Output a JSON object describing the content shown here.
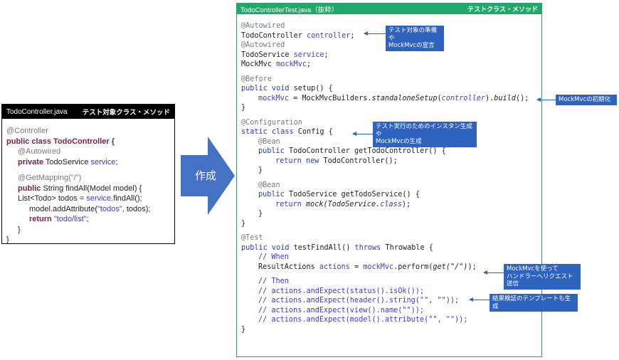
{
  "left": {
    "filename": "TodoController.java",
    "tag": "テスト対象クラス・メソッド",
    "code": {
      "l1": "@Controller",
      "l2_kw": "public class TodoController {",
      "l3": "@Autowired",
      "l4_kw": "private",
      "l4_type": " TodoService ",
      "l4_id": "service",
      "l4_end": ";",
      "l5": "@GetMapping(\"/\")",
      "l6_kw": "public",
      "l6_rest": " String findAll(Model model) {",
      "l7_a": "List<Todo> todos = ",
      "l7_id": "service",
      "l7_b": ".findAll();",
      "l8_a": "model.addAttribute(",
      "l8_str": "\"todos\"",
      "l8_b": ", todos);",
      "l9_kw": "return ",
      "l9_str": "\"todo/list\"",
      "l9_end": ";",
      "l10": "}",
      "l11": "}"
    }
  },
  "arrow_label": "作成",
  "right": {
    "filename": "TodoControllerTest.java（抜粋）",
    "tag": "テストクラス・メソッド",
    "code": {
      "a1": "@Autowired",
      "a2_type": "TodoController ",
      "a2_id": "controller",
      "a2_end": ";",
      "a3": "@Autowired",
      "a4_type": "TodoService ",
      "a4_id": "service",
      "a4_end": ";",
      "a5_type": "MockMvc ",
      "a5_id": "mockMvc",
      "a5_end": ";",
      "b1": "@Before",
      "b2_kw": "public void",
      "b2_rest": " setup() {",
      "b3_id": "mockMvc",
      "b3_a": " = MockMvcBuilders.",
      "b3_it": "standaloneSetup",
      "b3_b": "(",
      "b3_id2": "controller",
      "b3_c": ").",
      "b3_it2": "build",
      "b3_d": "();",
      "b4": "}",
      "c1": "@Configuration",
      "c2_kw": "static class",
      "c2_rest": " Config {",
      "c3": "@Bean",
      "c4_kw": "public",
      "c4_rest": " TodoController getTodoController() {",
      "c5_kw": "return new",
      "c5_rest": " TodoController();",
      "c6": "}",
      "c7": "@Bean",
      "c8_kw": "public",
      "c8_rest": " TodoService getTodoService() {",
      "c9_kw": "return ",
      "c9_it": "mock(TodoService.",
      "c9_kw2": "class",
      "c9_end": ");",
      "c10": "}",
      "c11": "}",
      "d1": "@Test",
      "d2_kw": "public void",
      "d2_a": " testFindAll() ",
      "d2_kw2": "throws",
      "d2_b": " Throwable {",
      "d3": "// When",
      "d4_a": "ResultActions ",
      "d4_id": "actions",
      "d4_b": " = ",
      "d4_id2": "mockMvc",
      "d4_c": ".perform(",
      "d4_it": "get(\"/\")",
      "d4_d": ");",
      "d5": "// Then",
      "d6": "// actions.andExpect(status().isOk());",
      "d7": "// actions.andExpect(header().string(\"\", \"\"));",
      "d8": "// actions.andExpect(view().name(\"\"));",
      "d9": "// actions.andExpect(model().attribute(\"\", \"\"));",
      "d10": "}"
    }
  },
  "callouts": {
    "c1": [
      "テスト対象の準備や",
      "MockMvcの宣言"
    ],
    "c2": "MockMvcの初期化",
    "c3": [
      "テスト実行のためのインスタン生成や",
      "MockMvcの生成"
    ],
    "c4": [
      "MockMvcを使って",
      "ハンドラーへリクエスト送信"
    ],
    "c5": "結果検証のテンプレートも生成"
  },
  "colors": {
    "code_blue": "#3a3ad0",
    "keyword": "#7a1f4f",
    "callout": "#2f63c0",
    "header_green": "#23a86b"
  }
}
